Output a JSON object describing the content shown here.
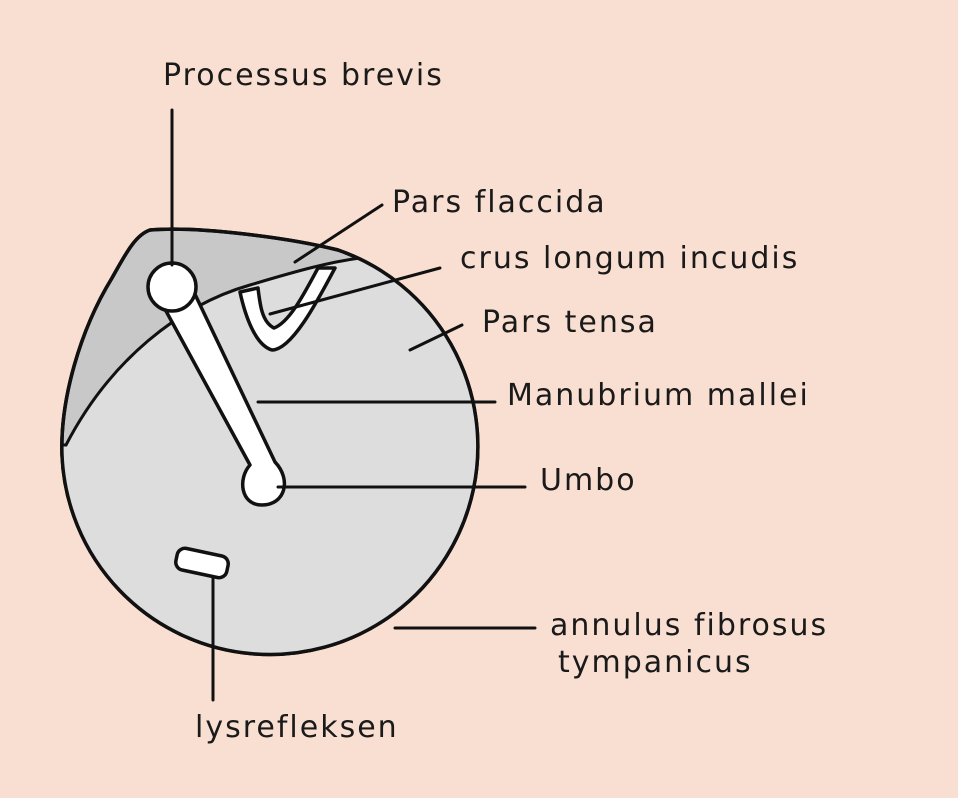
{
  "title": "Tympanic membrane diagram",
  "colors": {
    "background": "#f9dfd2",
    "pars_tensa": "#dedddd",
    "pars_flaccida": "#c9c8c8",
    "bone": "#ffffff"
  },
  "labels": {
    "processus_brevis": "Processus brevis",
    "pars_flaccida": "Pars flaccida",
    "crus_longum_incudis": "crus longum incudis",
    "pars_tensa": "Pars tensa",
    "manubrium_mallei": "Manubrium mallei",
    "umbo": "Umbo",
    "annulus_line1": "annulus fibrosus",
    "annulus_line2": "tympanicus",
    "lysrefleksen": "lysrefleksen"
  }
}
